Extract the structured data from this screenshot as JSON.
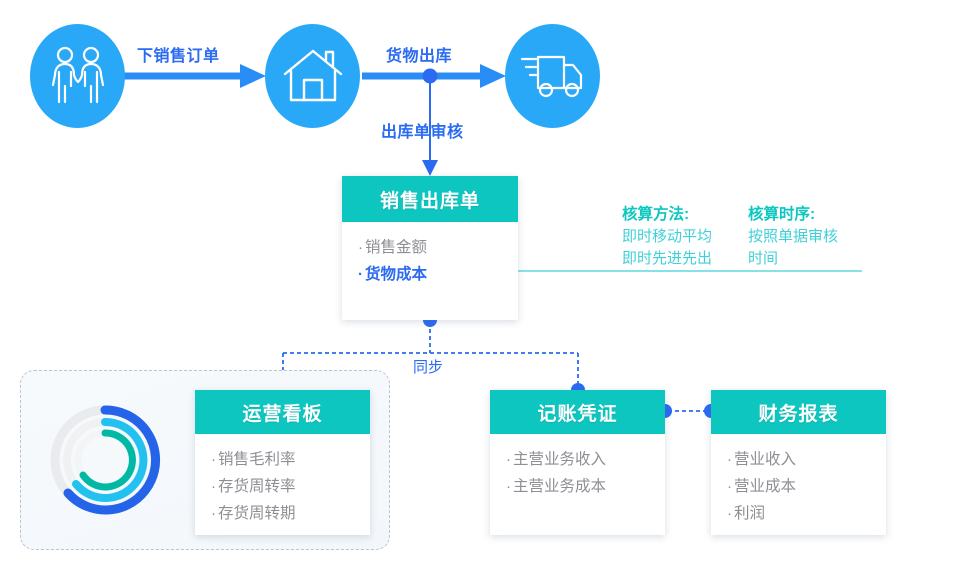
{
  "colors": {
    "node_blue": "#2aa8f8",
    "arrow_blue": "#2a8df5",
    "label_blue": "#2a6bf2",
    "teal": "#0ec6c0",
    "teal_text": "#3fd0d8",
    "body_gray": "#8d8f94",
    "dash_gray": "#bcc3cc",
    "donut_outer": "#2563e8",
    "donut_mid": "#22c1f0",
    "donut_inner": "#00b9a5",
    "donut_track": "#e9ebee"
  },
  "nodes": [
    {
      "id": "customer",
      "icon": "handshake-icon"
    },
    {
      "id": "warehouse",
      "icon": "house-icon"
    },
    {
      "id": "delivery",
      "icon": "truck-icon"
    }
  ],
  "flow_labels": {
    "order": "下销售订单",
    "shipment": "货物出库",
    "audit": "出库单审核",
    "sync": "同步"
  },
  "cards": [
    {
      "id": "sales-outbound-order",
      "title": "销售出库单",
      "items": [
        {
          "text": "销售金额",
          "highlight": false
        },
        {
          "text": "货物成本",
          "highlight": true
        }
      ]
    },
    {
      "id": "operations-dashboard",
      "title": "运营看板",
      "items": [
        {
          "text": "销售毛利率",
          "highlight": false
        },
        {
          "text": "存货周转率",
          "highlight": false
        },
        {
          "text": "存货周转期",
          "highlight": false
        }
      ]
    },
    {
      "id": "accounting-voucher",
      "title": "记账凭证",
      "items": [
        {
          "text": "主营业务收入",
          "highlight": false
        },
        {
          "text": "主营业务成本",
          "highlight": false
        }
      ]
    },
    {
      "id": "financial-report",
      "title": "财务报表",
      "items": [
        {
          "text": "营业收入",
          "highlight": false
        },
        {
          "text": "营业成本",
          "highlight": false
        },
        {
          "text": "利润",
          "highlight": false
        }
      ]
    }
  ],
  "notes": [
    {
      "id": "costing-method",
      "title": "核算方法:",
      "lines": [
        "即时移动平均",
        "即时先进先出"
      ]
    },
    {
      "id": "costing-timing",
      "title": "核算时序:",
      "lines": [
        "按照单据审核",
        "时间"
      ]
    }
  ],
  "bullet": "·"
}
